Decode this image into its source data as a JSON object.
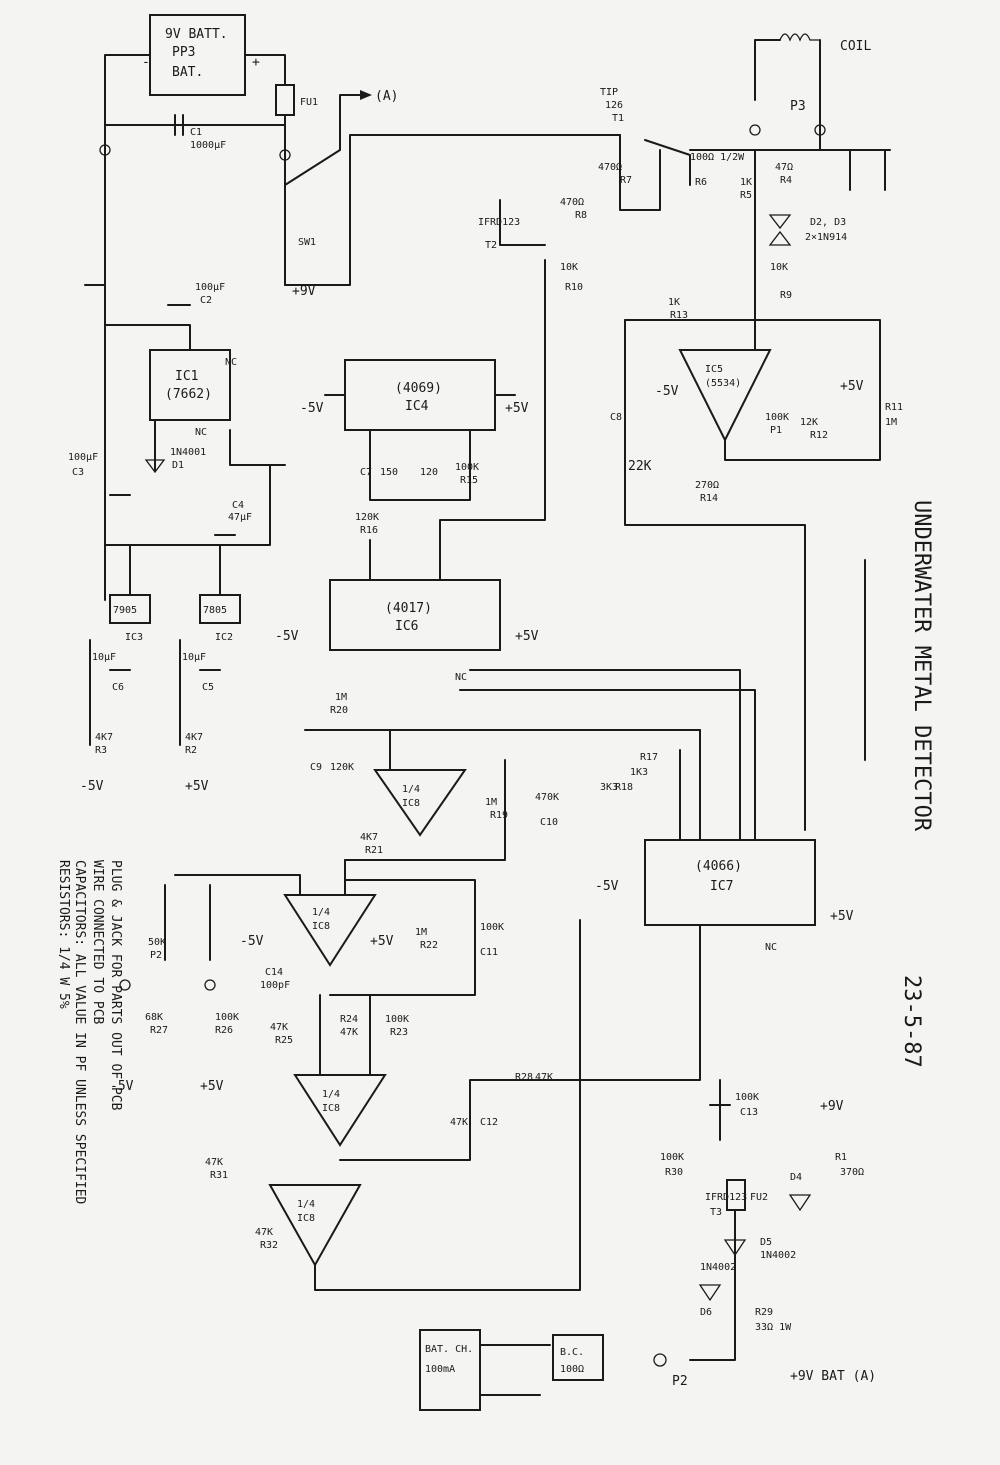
{
  "title": "UNDERWATER METAL DETECTOR",
  "date": "23-5-87",
  "labels": {
    "battery": [
      "9V BATT.",
      "PP3",
      "BAT."
    ],
    "fuse1": "FU1",
    "point_a": "(A)",
    "coil": "COIL",
    "p3": "P3",
    "t1": [
      "TIP",
      "126",
      "T1"
    ],
    "r7": [
      "470Ω",
      "R7"
    ],
    "r8": [
      "470Ω",
      "R8"
    ],
    "r6": [
      "100Ω 1/2W",
      "R6"
    ],
    "r5": [
      "1K",
      "R5"
    ],
    "r4": [
      "47Ω",
      "R4"
    ],
    "d2d3": [
      "D2, D3",
      "2×1N914"
    ],
    "t2": [
      "IFRD123",
      "T2"
    ],
    "r10": [
      "10K",
      "R10"
    ],
    "r9": [
      "10K",
      "R9"
    ],
    "r13": [
      "1K",
      "R13"
    ],
    "ic5": [
      "IC5",
      "(5534)"
    ],
    "r11": [
      "R11",
      "1M"
    ],
    "c8": [
      "C8",
      "22K"
    ],
    "r14": [
      "270Ω",
      "R14"
    ],
    "p1": [
      "100K",
      "P1"
    ],
    "r12": [
      "12K",
      "R12"
    ],
    "c1": [
      "C1",
      "1000μF"
    ],
    "sw1": "SW1",
    "ic1": [
      "IC1",
      "(7662)"
    ],
    "c2": [
      "100μF",
      "C2"
    ],
    "c3": [
      "100μF",
      "C3"
    ],
    "d1": [
      "1N4001",
      "D1"
    ],
    "c4": [
      "47μF",
      "C4"
    ],
    "ic3": [
      "IC3",
      "7905"
    ],
    "ic2": [
      "IC2",
      "7805"
    ],
    "c6": [
      "10μF",
      "C6"
    ],
    "c5": [
      "10μF",
      "C5"
    ],
    "r3": [
      "4K7",
      "R3"
    ],
    "r2": [
      "4K7",
      "R2"
    ],
    "ic4": [
      "IC4",
      "(4069)"
    ],
    "c7": [
      "150",
      "C7"
    ],
    "ic4_val": "120",
    "r15": [
      "100K",
      "R15"
    ],
    "r16": [
      "120K",
      "R16"
    ],
    "ic6": [
      "IC6",
      "(4017)"
    ],
    "r20": [
      "1M",
      "R20"
    ],
    "c9": [
      "C9",
      "120K"
    ],
    "ic8a": [
      "1/4",
      "IC8"
    ],
    "r19": [
      "1M",
      "R19"
    ],
    "c10": [
      "470K",
      "C10"
    ],
    "r17": [
      "1K3",
      "R17"
    ],
    "r18": [
      "3K3",
      "R18"
    ],
    "r21": [
      "4K7",
      "R21"
    ],
    "ic7": [
      "IC7",
      "(4066)"
    ],
    "p2": [
      "50K",
      "P2"
    ],
    "ic8b": [
      "1/4",
      "IC8"
    ],
    "r22": [
      "1M",
      "R22"
    ],
    "c11": [
      "100K",
      "C11"
    ],
    "r27": [
      "68K",
      "R27"
    ],
    "r26": [
      "100K",
      "R26"
    ],
    "c14": [
      "C14",
      "100pF"
    ],
    "r25": [
      "47K",
      "R25"
    ],
    "r24": [
      "R24",
      "47K"
    ],
    "r23": [
      "100K",
      "R23"
    ],
    "ic8c": [
      "1/4",
      "IC8"
    ],
    "c12": [
      "C12",
      "47K"
    ],
    "r28": [
      "R28",
      "47K"
    ],
    "ic8d": [
      "1/4",
      "IC8"
    ],
    "r31": [
      "47K",
      "R31"
    ],
    "r32": [
      "47K",
      "R32"
    ],
    "c13": [
      "C13",
      "100K"
    ],
    "t3": [
      "IFRD123",
      "T3"
    ],
    "r30": [
      "100K",
      "R30"
    ],
    "fu2": "FU2",
    "d5": [
      "D5",
      "1N4002"
    ],
    "d4": "D4",
    "r1": [
      "R1",
      "370Ω"
    ],
    "plus9v": "+9V",
    "r29": [
      "R29",
      "33Ω 1W"
    ],
    "d6": [
      "1N4002",
      "D6"
    ],
    "bat_charge": "+9V BAT (A)",
    "p2conn": "P2",
    "bc": [
      "B.C.",
      "100Ω"
    ],
    "bat_charger": [
      "BAT. CH.",
      "100mA"
    ],
    "plus5v": "+5V",
    "minus5v": "-5V",
    "nc": "NC",
    "notes": [
      "RESISTORS: 1/4 W 5%",
      "CAPACITORS: ALL VALUE IN PF UNLESS SPECIFIED",
      "WIRE CONNECTED TO PCB",
      "PLUG & JACK  FOR PARTS OUT OF PCB"
    ]
  }
}
